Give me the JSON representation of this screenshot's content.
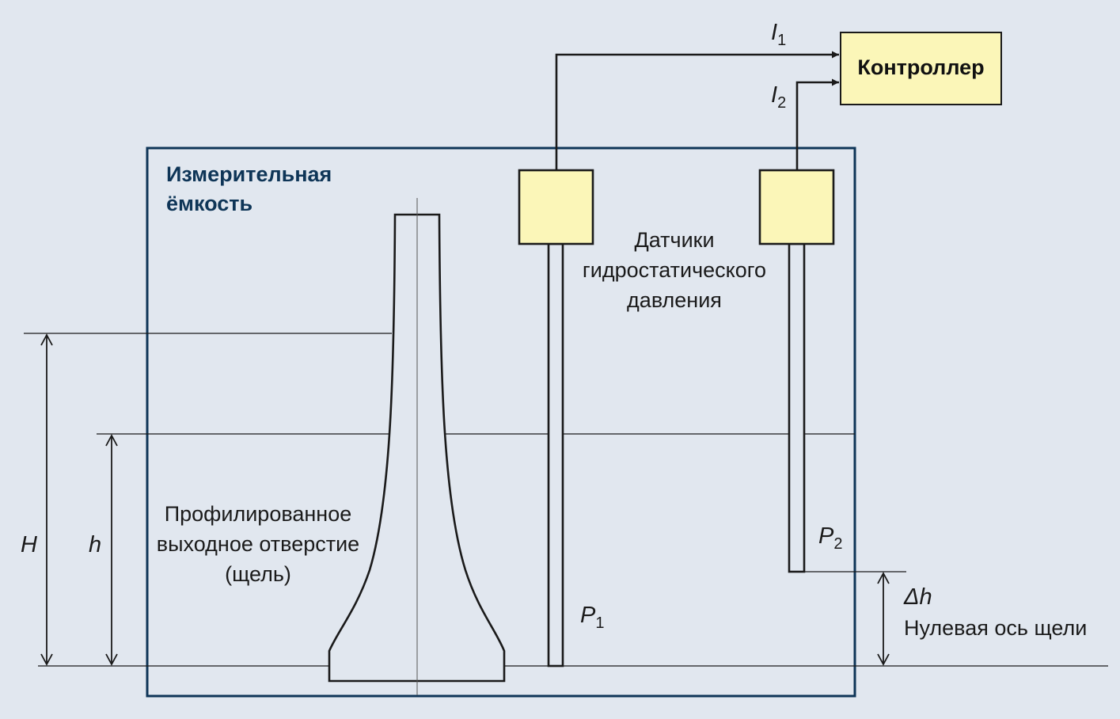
{
  "tank": {
    "title": "Измерительная ёмкость"
  },
  "controller": {
    "label": "Контроллер"
  },
  "sensors": {
    "label": "Датчики гидростатического давления"
  },
  "slot": {
    "label": "Профилированное выходное отверстие (щель)"
  },
  "zero_axis": {
    "label": "Нулевая ось щели"
  },
  "variables": {
    "I1": {
      "base": "I",
      "sub": "1"
    },
    "I2": {
      "base": "I",
      "sub": "2"
    },
    "P1": {
      "base": "P",
      "sub": "1"
    },
    "P2": {
      "base": "P",
      "sub": "2"
    },
    "H": "H",
    "h": "h",
    "dh": "Δh"
  },
  "colors": {
    "background": "#e1e7ef",
    "tank_border": "#0e3557",
    "box_fill": "#fbf6b8",
    "line": "#1a1a1a"
  }
}
